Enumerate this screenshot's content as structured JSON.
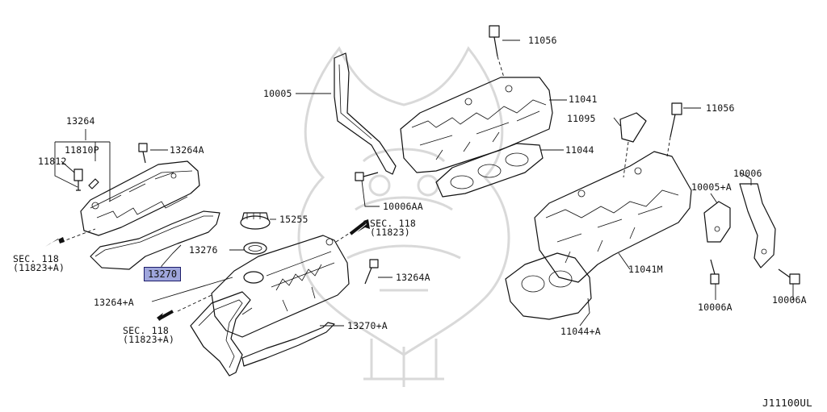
{
  "diagram_code": "J11100UL",
  "highlight": {
    "part_no": "13270",
    "color": "#9fa6dc"
  },
  "labels": {
    "p13264": "13264",
    "p11810P": "11810P",
    "p11812": "11812",
    "p13264A_top": "13264A",
    "sec_left": "SEC. 118\n(11823+A)",
    "p15255": "15255",
    "p13276": "13276",
    "sec_mid": "SEC. 118\n(11823)",
    "p13264A_mid": "13264A",
    "p13264plusA": "13264+A",
    "sec_bottom": "SEC. 118\n(11823+A)",
    "p13270plusA": "13270+A",
    "p10005": "10005",
    "p11056_top": "11056",
    "p11041": "11041",
    "p11095": "11095",
    "p11056_right": "11056",
    "p11044": "11044",
    "p10006AA": "10006AA",
    "p10006": "10006",
    "p10005plusA": "10005+A",
    "p11041M": "11041M",
    "p10006A_left": "10006A",
    "p10006A_right": "10006A",
    "p11044plusA": "11044+A"
  }
}
